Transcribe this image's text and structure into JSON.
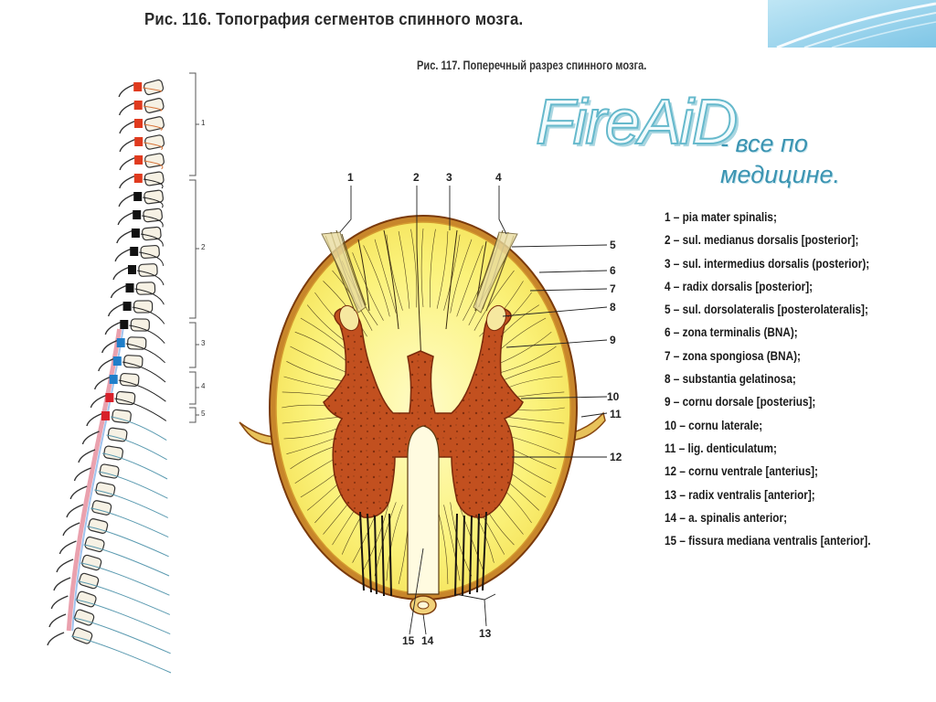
{
  "figures": {
    "fig116_title": "Рис. 116. Топография сегментов спинного мозга.",
    "fig117_title": "Рис. 117. Поперечный разрез спинного мозга."
  },
  "branding": {
    "logo_text": "FireAiD",
    "tagline_line1": "- все по",
    "tagline_line2": "медицине."
  },
  "spine_segment_labels": [
    "1",
    "2",
    "3",
    "4",
    "5"
  ],
  "callout_numbers": [
    "1",
    "2",
    "3",
    "4",
    "5",
    "6",
    "7",
    "8",
    "9",
    "10",
    "11",
    "12",
    "13",
    "14",
    "15"
  ],
  "legend": [
    "1 – pia mater spinalis;",
    "2 – sul. medianus dorsalis [posterior];",
    "3 – sul. intermedius dorsalis (posterior);",
    "4 – radix dorsalis [posterior];",
    "5 – sul. dorsolateralis [posterolateralis];",
    "6 – zona terminalis (BNA);",
    "7 – zona spongiosa (BNA);",
    "8 – substantia gelatinosa;",
    "9 – cornu dorsale [posterius];",
    "10 – cornu laterale;",
    "11 – lig. denticulatum;",
    "12 – cornu ventrale [anterius];",
    "13 – radix ventralis [anterior];",
    "14 – a. spinalis anterior;",
    "15 – fissura mediana ventralis [anterior]."
  ],
  "colors": {
    "cervical_segments": "#e03a1e",
    "thoracic_segments": "#111111",
    "lumbar_segments": "#1f7ec9",
    "sacral_segments": "#d8202a",
    "white_matter": "#fbf27a",
    "gray_matter": "#c2501f",
    "pia_mater": "#b5651d",
    "banner": "#9fd6ee"
  }
}
